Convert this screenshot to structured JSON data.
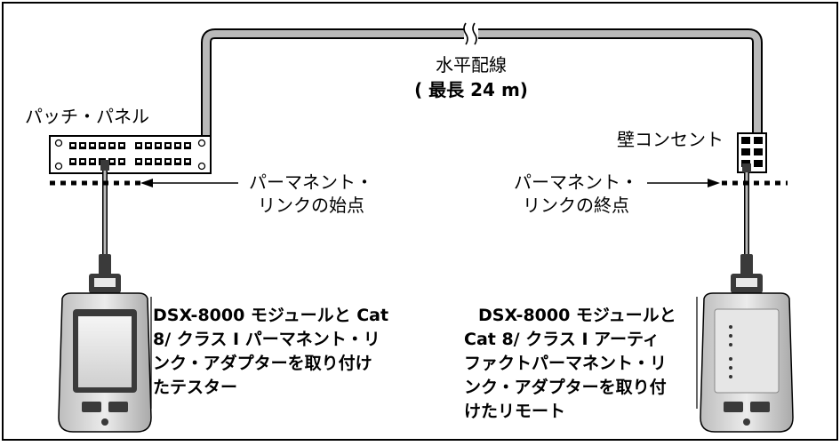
{
  "labels": {
    "horizontal_wiring": "水平配線",
    "max_length": "( 最長 24 m)",
    "patch_panel": "パッチ・パネル",
    "wall_outlet": "壁コンセント",
    "pl_start_line1": "パーマネント・",
    "pl_start_line2": "リンクの始点",
    "pl_end_line1": "パーマネント・",
    "pl_end_line2": "リンクの終点"
  },
  "captions": {
    "tester": [
      "DSX-8000 モジュールと Cat",
      "8/ クラス I パーマネント・リ",
      "ンク・アダプターを取り付け",
      "たテスター"
    ],
    "remote": [
      "DSX-8000 モジュールと",
      "Cat 8/ クラス I アーティ",
      "ファクトパーマネント・リ",
      "ンク・アダプターを取り付",
      "けたリモート"
    ]
  },
  "colors": {
    "frame": "#000000",
    "cable_fill": "#b9b9b9",
    "device_dark": "#3a3a3a",
    "device_mid": "#d9d9d9",
    "screen": "#e8e8e8"
  }
}
